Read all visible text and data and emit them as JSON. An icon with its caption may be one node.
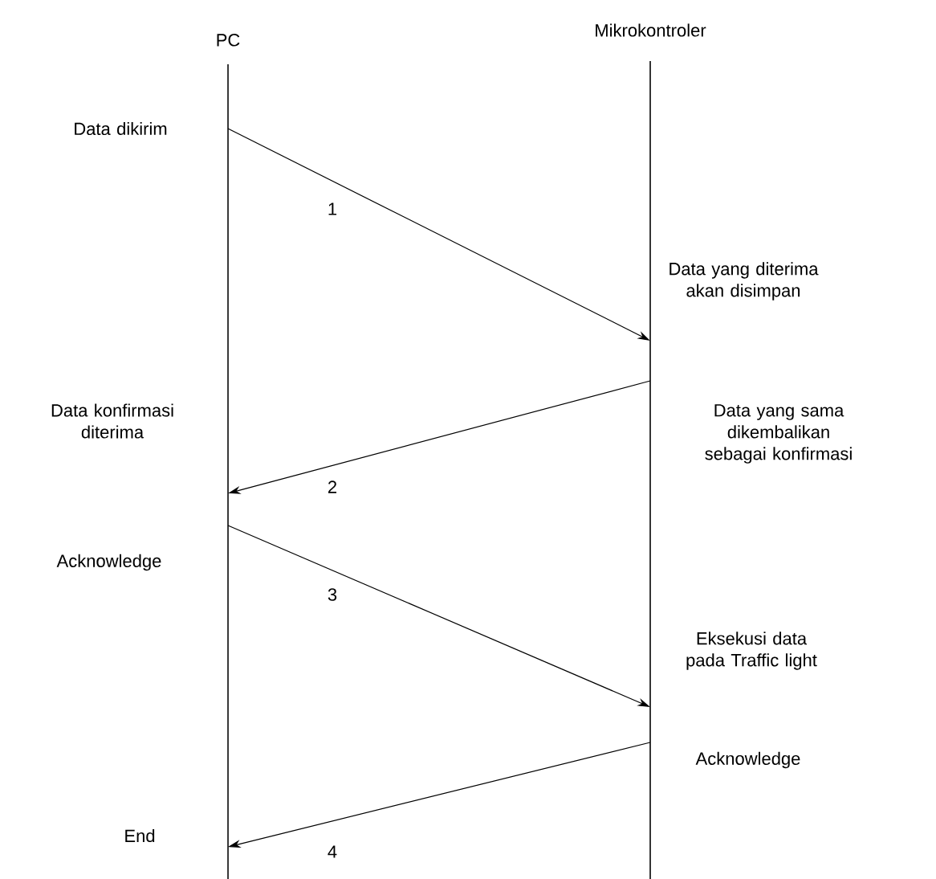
{
  "diagram": {
    "nodes": [
      {
        "text": [
          "PC"
        ]
      },
      {
        "text": [
          "Mikrokontroler"
        ]
      }
    ],
    "edges": [
      {
        "from": 0,
        "to": 1,
        "arrow": "to",
        "label": "1"
      },
      {
        "from": 1,
        "to": 0,
        "arrow": "to",
        "label": "2"
      },
      {
        "from": 0,
        "to": 1,
        "arrow": "to",
        "label": "3"
      },
      {
        "from": 1,
        "to": 0,
        "arrow": "to",
        "label": "4"
      }
    ],
    "labels": [
      "Data dikirim",
      "Data yang diterima akan disimpan",
      "Data konfirmasi diterima",
      "Data yang sama dikembalikan sebagai konfirmasi",
      "Acknowledge",
      "Eksekusi data pada Traffic light",
      "Acknowledge",
      "End"
    ]
  }
}
